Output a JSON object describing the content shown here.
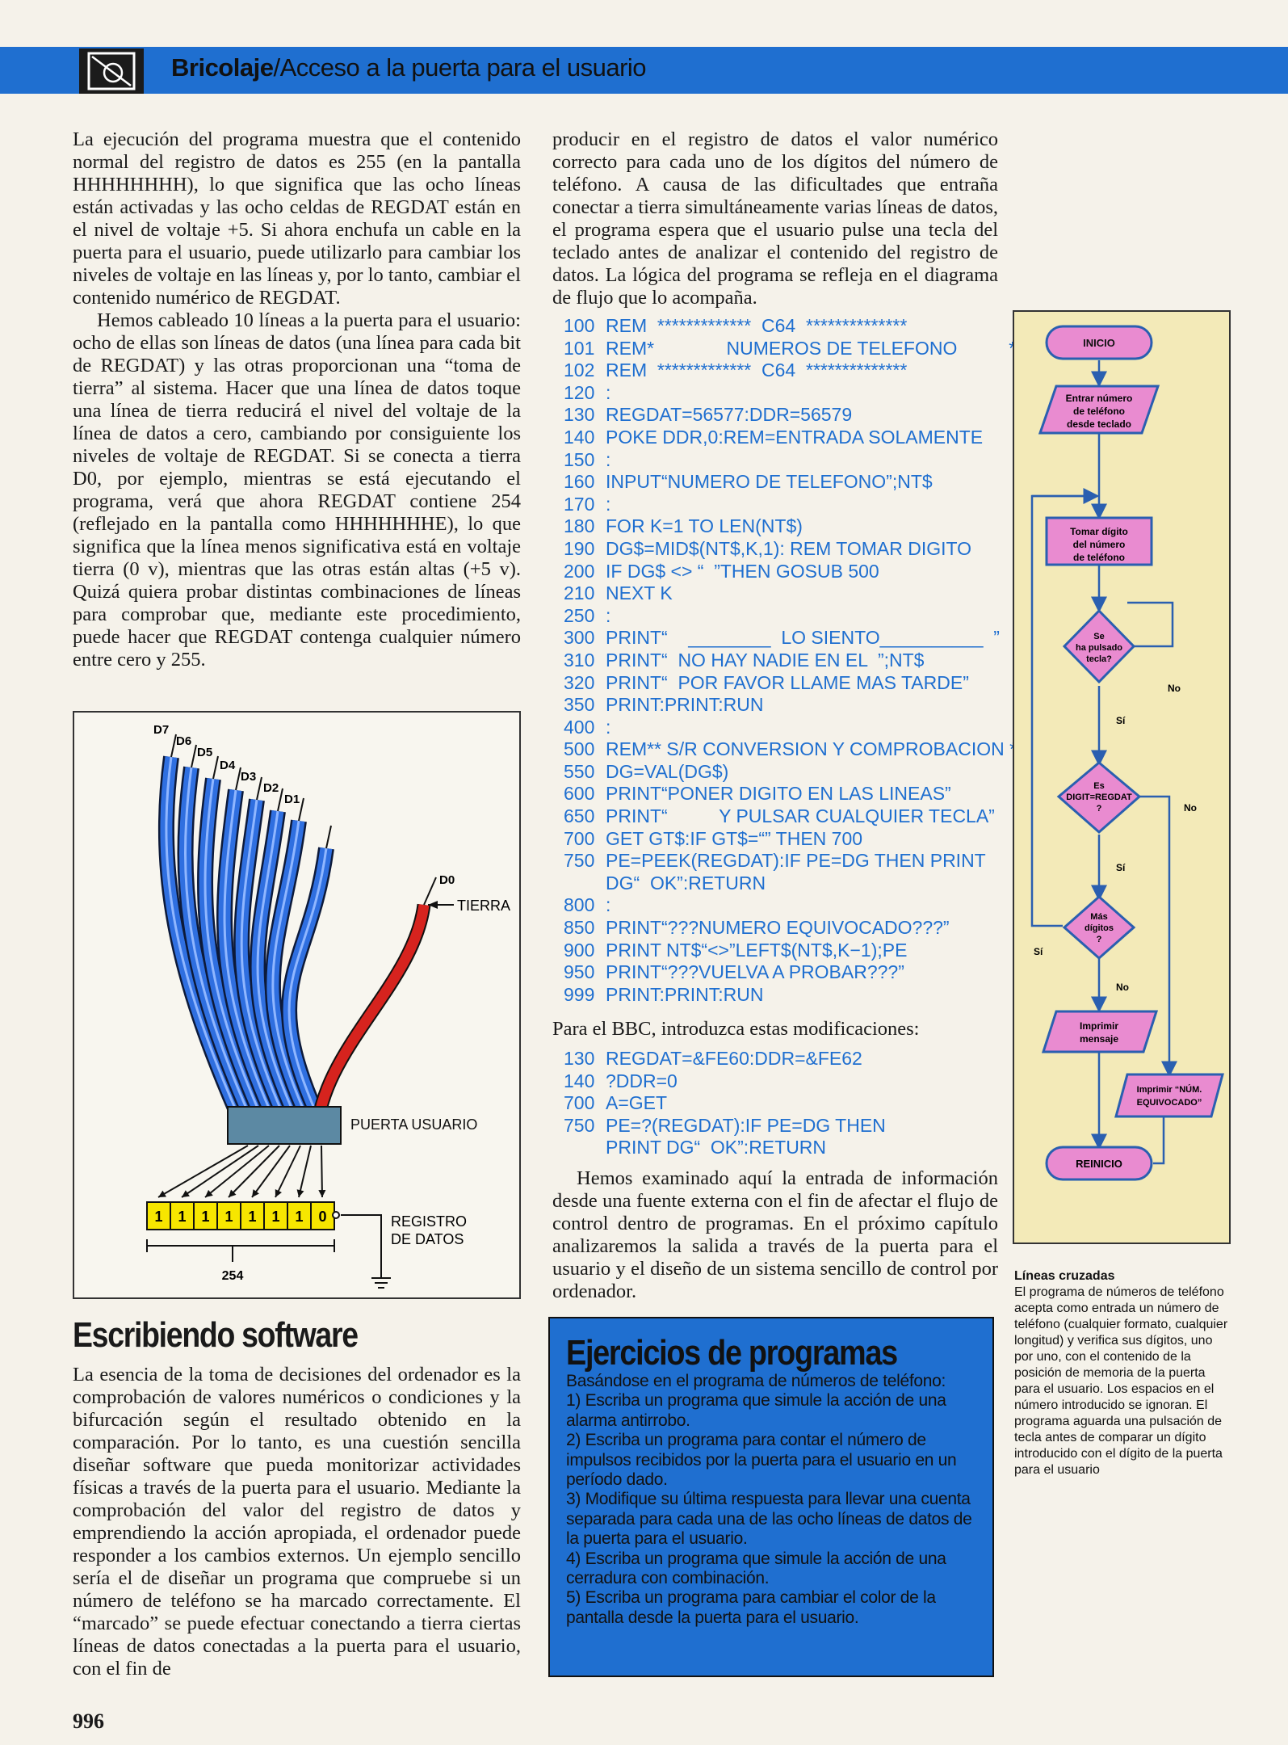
{
  "header": {
    "title_bold": "Bricolaje",
    "title_rest": "/Acceso a la puerta para el usuario"
  },
  "col1": {
    "p1": "La ejecución del programa muestra que el contenido normal del registro de datos es 255 (en la pantalla HHHHHHHH), lo que significa que las ocho líneas están activadas y las ocho celdas de REGDAT están en el nivel de voltaje +5. Si ahora enchufa un cable en la puerta para el usuario, puede utilizarlo para cambiar los niveles de voltaje en las líneas y, por lo tanto, cambiar el contenido numérico de REGDAT.",
    "p2": "Hemos cableado 10 líneas a la puerta para el usuario: ocho de ellas son líneas de datos (una línea para cada bit de REGDAT) y las otras proporcionan una “toma de tierra” al sistema. Hacer que una línea de datos toque una línea de tierra reducirá el nivel del voltaje de la línea de datos a cero, cambiando por consiguiente los niveles de voltaje de REGDAT. Si se conecta a tierra D0, por ejemplo, mientras se está ejecutando el programa, verá que ahora REGDAT contiene 254 (reflejado en la pantalla como HHHHHHHE), lo que significa que la línea menos significativa está en voltaje tierra (0 v), mientras que las otras están altas (+5 v). Quizá quiera probar distintas combinaciones de líneas para comprobar que, mediante este procedimiento, puede hacer que REGDAT contenga cualquier número entre cero y 255."
  },
  "figure": {
    "wire_labels": [
      "D7",
      "D6",
      "D5",
      "D4",
      "D3",
      "D2",
      "D1"
    ],
    "d0_label": "D0",
    "ground_label": "TIERRA",
    "port_label": "PUERTA USUARIO",
    "register_bits": [
      "1",
      "1",
      "1",
      "1",
      "1",
      "1",
      "1",
      "0"
    ],
    "register_label_1": "REGISTRO",
    "register_label_2": "DE DATOS",
    "value": "254"
  },
  "software": {
    "heading": "Escribiendo software",
    "text": "La esencia de la toma de decisiones del ordenador es la comprobación de valores numéricos o condiciones y la bifurcación según el resultado obtenido en la comparación. Por lo tanto, es una cuestión sencilla diseñar software que pueda monitorizar actividades físicas a través de la puerta para el usuario. Mediante la comprobación del valor del registro de datos y emprendiendo la acción apropiada, el ordenador puede responder a los cambios externos. Un ejemplo sencillo sería el de diseñar un programa que compruebe si un número de teléfono se ha marcado correctamente. El “marcado” se puede efectuar conectando a tierra ciertas líneas de datos conectadas a la puerta para el usuario, con el fin de"
  },
  "col2": {
    "p1": "producir en el registro de datos el valor numérico correcto para cada uno de los dígitos del número de teléfono. A causa de las dificultades que entraña conectar a tierra simultáneamente varias líneas de datos, el programa espera que el usuario pulse una tecla del teclado antes de analizar el contenido del registro de datos. La lógica del programa se refleja en el diagrama de flujo que lo acompaña."
  },
  "code_main": [
    [
      "100",
      "REM  *************  C64  **************"
    ],
    [
      "101",
      "REM*              NUMEROS DE TELEFONO          *"
    ],
    [
      "102",
      "REM  *************  C64  **************"
    ],
    [
      "120",
      ":"
    ],
    [
      "130",
      "REGDAT=56577:DDR=56579"
    ],
    [
      "140",
      "POKE DDR,0:REM=ENTRADA SOLAMENTE"
    ],
    [
      "150",
      ":"
    ],
    [
      "160",
      "INPUT“NUMERO DE TELEFONO”;NT$"
    ],
    [
      "170",
      ":"
    ],
    [
      "180",
      "FOR K=1 TO LEN(NT$)"
    ],
    [
      "190",
      "DG$=MID$(NT$,K,1): REM TOMAR DIGITO"
    ],
    [
      "200",
      "IF DG$ <> “  ”THEN GOSUB 500"
    ],
    [
      "210",
      "NEXT K"
    ],
    [
      "250",
      ":"
    ],
    [
      "300",
      "PRINT“    ________  LO SIENTO__________  ”"
    ],
    [
      "310",
      "PRINT“  NO HAY NADIE EN EL  ”;NT$"
    ],
    [
      "320",
      "PRINT“  POR FAVOR LLAME MAS TARDE”"
    ],
    [
      "350",
      "PRINT:PRINT:RUN"
    ],
    [
      "400",
      ":"
    ],
    [
      "500",
      "REM** S/R CONVERSION Y COMPROBACION **"
    ],
    [
      "550",
      "DG=VAL(DG$)"
    ],
    [
      "600",
      "PRINT“PONER DIGITO EN LAS LINEAS”"
    ],
    [
      "650",
      "PRINT“          Y PULSAR CUALQUIER TECLA”"
    ],
    [
      "700",
      "GET GT$:IF GT$=“” THEN 700"
    ],
    [
      "750",
      "PE=PEEK(REGDAT):IF PE=DG THEN PRINT"
    ],
    [
      "",
      "DG“  OK”:RETURN"
    ],
    [
      "800",
      ":"
    ],
    [
      "850",
      "PRINT“???NUMERO EQUIVOCADO???”"
    ],
    [
      "900",
      "PRINT NT$“<>”LEFT$(NT$,K−1);PE"
    ],
    [
      "950",
      "PRINT“???VUELVA A PROBAR???”"
    ],
    [
      "999",
      "PRINT:PRINT:RUN"
    ]
  ],
  "bbc": {
    "intro": "Para el BBC, introduzca estas modificaciones:",
    "lines": [
      [
        "130",
        "REGDAT=&FE60:DDR=&FE62"
      ],
      [
        "140",
        "?DDR=0"
      ],
      [
        "700",
        "A=GET"
      ],
      [
        "750",
        "PE=?(REGDAT):IF PE=DG THEN"
      ],
      [
        "",
        "PRINT DG“  OK”:RETURN"
      ]
    ]
  },
  "closing": {
    "text": "Hemos examinado aquí la entrada de información desde una fuente externa con el fin de afectar el flujo de control dentro de programas. En el próximo capítulo analizaremos la salida a través de la puerta para el usuario y el diseño de un sistema sencillo de control por ordenador."
  },
  "exercises": {
    "title": "Ejercicios de programas",
    "intro": "Basándose en el programa de números de teléfono:",
    "items": [
      "1) Escriba un programa que simule la acción de una alarma antirrobo.",
      "2) Escriba un programa para contar el número de impulsos recibidos por la puerta para el usuario en un período dado.",
      "3) Modifique su última respuesta para llevar una cuenta separada para cada una de las ocho líneas de datos de la puerta para el usuario.",
      "4) Escriba un programa que simule la acción de una cerradura con combinación.",
      "5) Escriba un programa para cambiar el color de la pantalla desde la puerta para el usuario."
    ]
  },
  "flowchart": {
    "start": "INICIO",
    "input_1": "Entrar número",
    "input_2": "de teléfono",
    "input_3": "desde teclado",
    "take_1": "Tomar dígito",
    "take_2": "del número",
    "take_3": "de teléfono",
    "key_1": "Se",
    "key_2": "ha pulsado",
    "key_3": "tecla?",
    "digit_1": "Es",
    "digit_2": "DIGIT=REGDAT",
    "digit_3": "?",
    "more_1": "Más",
    "more_2": "dígitos",
    "more_3": "?",
    "print_1": "Imprimir",
    "print_2": "mensaje",
    "wrong_1": "Imprimir “NÚM.",
    "wrong_2": "EQUIVOCADO”",
    "restart": "REINICIO",
    "yes": "Sí",
    "no": "No"
  },
  "caption": {
    "title": "Líneas cruzadas",
    "text": "El programa de números de teléfono acepta como entrada un número de teléfono (cualquier formato, cualquier longitud) y verifica sus dígitos, uno por uno, con el contenido de la posición de memoria de la puerta para el usuario. Los espacios en el número introducido se ignoran. El programa aguarda una pulsación de tecla antes de comparar un dígito introducido con el dígito de la puerta para el usuario"
  },
  "page_number": "996",
  "colors": {
    "accent_blue": "#1f6fd0",
    "flow_pink": "#e98bd0",
    "panel_yellow": "#f3eab8",
    "register_yellow": "#f7e600"
  }
}
